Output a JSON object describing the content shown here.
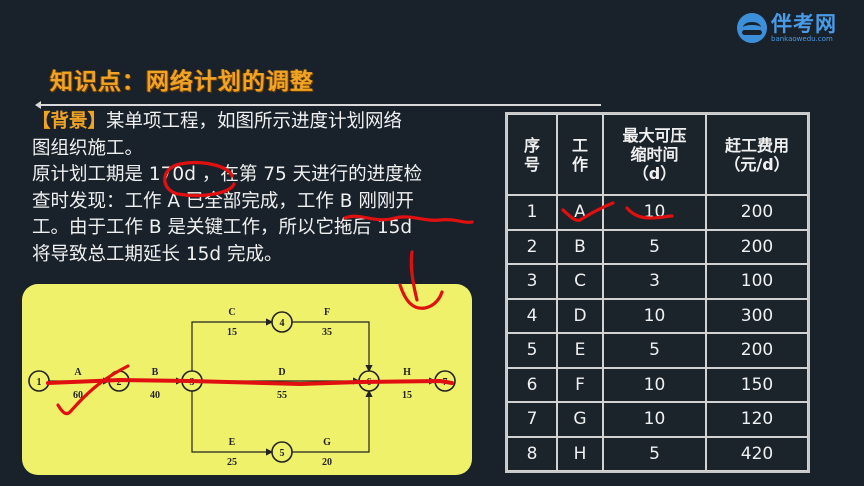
{
  "logo": {
    "name": "伴考网",
    "url": "bankaowedu.com",
    "brand_color": "#4a9be6"
  },
  "title": "知识点：网络计划的调整",
  "background": {
    "tag": "【背景】",
    "lines": [
      "某单项工程，如图所示进度计划网络",
      "图组织施工。",
      "原计划工期是 170d ，在第 75 天进行的进度检",
      "查时发现：工作 A 已全部完成，工作 B 刚刚开",
      "工。由于工作 B 是关键工作，所以它拖后 15d",
      "将导致总工期延长 15d 完成。"
    ]
  },
  "network_diagram": {
    "background_color": "#f0f16b",
    "nodes": [
      "1",
      "2",
      "3",
      "4",
      "5",
      "6",
      "7"
    ],
    "activities": [
      {
        "name": "A",
        "duration": "60",
        "from": "1",
        "to": "2"
      },
      {
        "name": "B",
        "duration": "40",
        "from": "2",
        "to": "3"
      },
      {
        "name": "C",
        "duration": "15",
        "from": "3",
        "to": "4"
      },
      {
        "name": "D",
        "duration": "55",
        "from": "3",
        "to": "6"
      },
      {
        "name": "E",
        "duration": "25",
        "from": "3",
        "to": "5"
      },
      {
        "name": "F",
        "duration": "35",
        "from": "4",
        "to": "6"
      },
      {
        "name": "G",
        "duration": "20",
        "from": "5",
        "to": "6"
      },
      {
        "name": "H",
        "duration": "15",
        "from": "6",
        "to": "7"
      }
    ]
  },
  "table": {
    "headers": [
      [
        "序",
        "号"
      ],
      [
        "工",
        "作"
      ],
      [
        "最大可压",
        "缩时间",
        "（d）"
      ],
      [
        "赶工费用",
        "（元/d）"
      ]
    ],
    "rows": [
      [
        "1",
        "A",
        "10",
        "200"
      ],
      [
        "2",
        "B",
        "5",
        "200"
      ],
      [
        "3",
        "C",
        "3",
        "100"
      ],
      [
        "4",
        "D",
        "10",
        "300"
      ],
      [
        "5",
        "E",
        "5",
        "200"
      ],
      [
        "6",
        "F",
        "10",
        "150"
      ],
      [
        "7",
        "G",
        "10",
        "120"
      ],
      [
        "8",
        "H",
        "5",
        "420"
      ]
    ]
  },
  "annotation_color": "#e01010"
}
